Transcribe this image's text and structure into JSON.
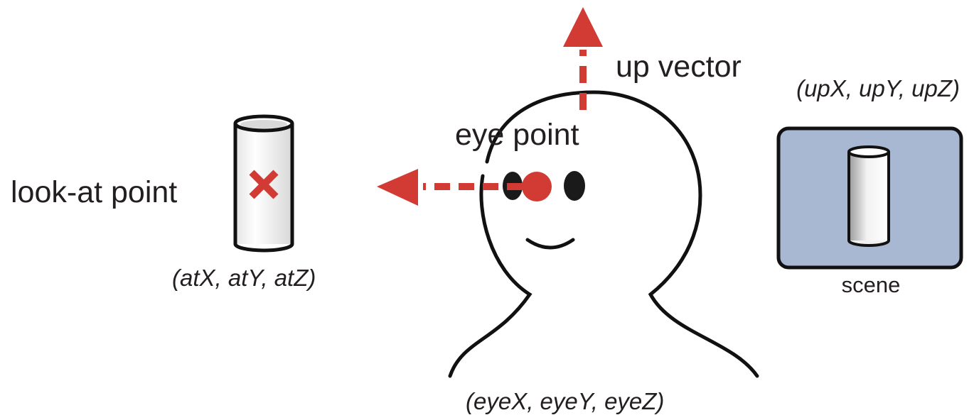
{
  "labels": {
    "up_vector": "up vector",
    "eye_point": "eye point",
    "look_at_point": "look-at point",
    "scene": "scene"
  },
  "coordinates": {
    "up": "(upX, upY, upZ)",
    "at": "(atX, atY, atZ)",
    "eye": "(eyeX, eyeY, eyeZ)"
  },
  "colors": {
    "accent_red": "#d23a34",
    "outline": "#111111",
    "scene_fill": "#a8b7d2",
    "text": "#231f20"
  }
}
